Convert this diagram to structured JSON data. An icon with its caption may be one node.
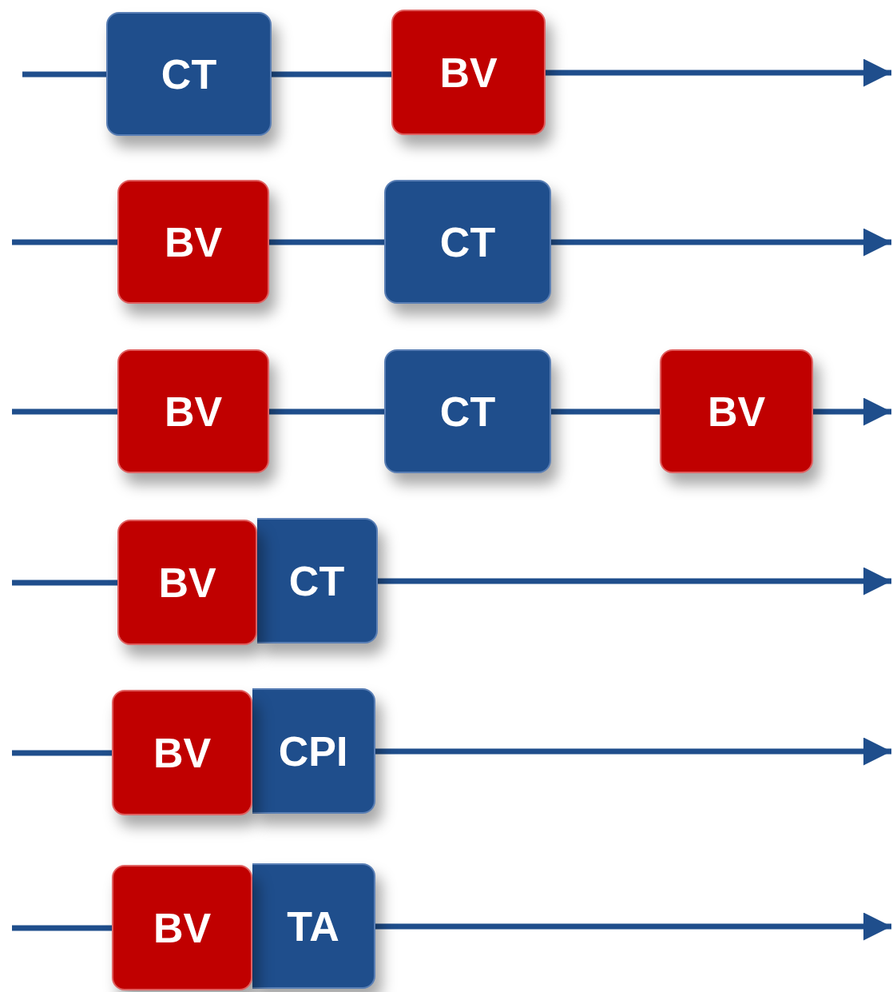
{
  "diagram": {
    "nodes": [
      {
        "text": [
          "CT"
        ]
      },
      {
        "text": [
          "BV"
        ]
      },
      {
        "text": [
          "BV"
        ]
      },
      {
        "text": [
          "CT"
        ]
      },
      {
        "text": [
          "BV"
        ]
      },
      {
        "text": [
          "CT"
        ]
      },
      {
        "text": [
          "BV"
        ]
      },
      {
        "text": [
          "BV"
        ]
      },
      {
        "text": [
          "CT"
        ]
      },
      {
        "text": [
          "BV"
        ]
      },
      {
        "text": [
          "CPI"
        ]
      },
      {
        "text": [
          "BV"
        ]
      },
      {
        "text": [
          "TA"
        ]
      }
    ],
    "edges": [
      {
        "from": null,
        "to": 0,
        "arrow": "none"
      },
      {
        "from": 0,
        "to": 1,
        "arrow": "none"
      },
      {
        "from": 1,
        "to": null,
        "arrow": "to"
      },
      {
        "from": null,
        "to": 2,
        "arrow": "none"
      },
      {
        "from": 2,
        "to": 3,
        "arrow": "none"
      },
      {
        "from": 3,
        "to": null,
        "arrow": "to"
      },
      {
        "from": null,
        "to": 4,
        "arrow": "none"
      },
      {
        "from": 4,
        "to": 5,
        "arrow": "none"
      },
      {
        "from": 5,
        "to": 6,
        "arrow": "none"
      },
      {
        "from": 6,
        "to": null,
        "arrow": "to"
      },
      {
        "from": null,
        "to": 7,
        "arrow": "none"
      },
      {
        "from": 8,
        "to": null,
        "arrow": "to"
      },
      {
        "from": null,
        "to": 9,
        "arrow": "none"
      },
      {
        "from": 10,
        "to": null,
        "arrow": "to"
      },
      {
        "from": null,
        "to": 11,
        "arrow": "none"
      },
      {
        "from": 12,
        "to": null,
        "arrow": "to"
      }
    ]
  }
}
